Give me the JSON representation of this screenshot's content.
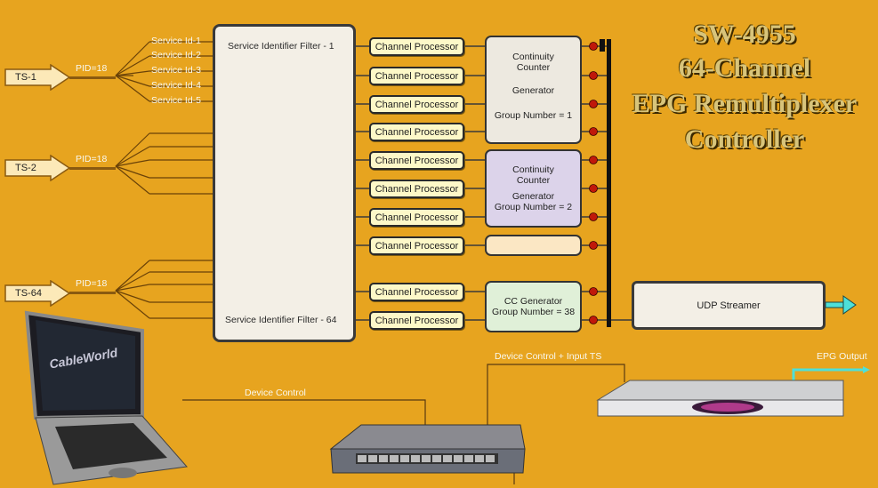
{
  "title": {
    "line1": "SW-4955",
    "line2": "64-Channel",
    "line3": "EPG Remultiplexer",
    "line4": "Controller"
  },
  "inputs": [
    {
      "label": "TS-1",
      "pid": "PID=18"
    },
    {
      "label": "TS-2",
      "pid": "PID=18"
    },
    {
      "label": "TS-64",
      "pid": "PID=18"
    }
  ],
  "service_ids": [
    "Service Id-1",
    "Service Id-2",
    "Service Id-3",
    "Service Id-4",
    "Service Id-5"
  ],
  "filter": {
    "top_label": "Service Identifier Filter - 1",
    "bottom_label": "Service Identifier Filter - 64"
  },
  "channel_processor_label": "Channel Processor",
  "groups": {
    "g1": {
      "line1": "Continuity",
      "line2": "Counter",
      "line3": "Generator",
      "line4": "Group Number = 1"
    },
    "g2": {
      "line1": "Continuity",
      "line2": "Counter",
      "line3": "Generator",
      "line4": "Group Number = 2"
    },
    "g38": {
      "line1": "CC Generator",
      "line2": "Group Number = 38"
    }
  },
  "udp": {
    "label": "UDP Streamer"
  },
  "devices": {
    "laptop_brand": "CableWorld",
    "device_control": "Device Control",
    "device_control_input": "Device Control + Input TS",
    "epg_output": "EPG Output"
  }
}
